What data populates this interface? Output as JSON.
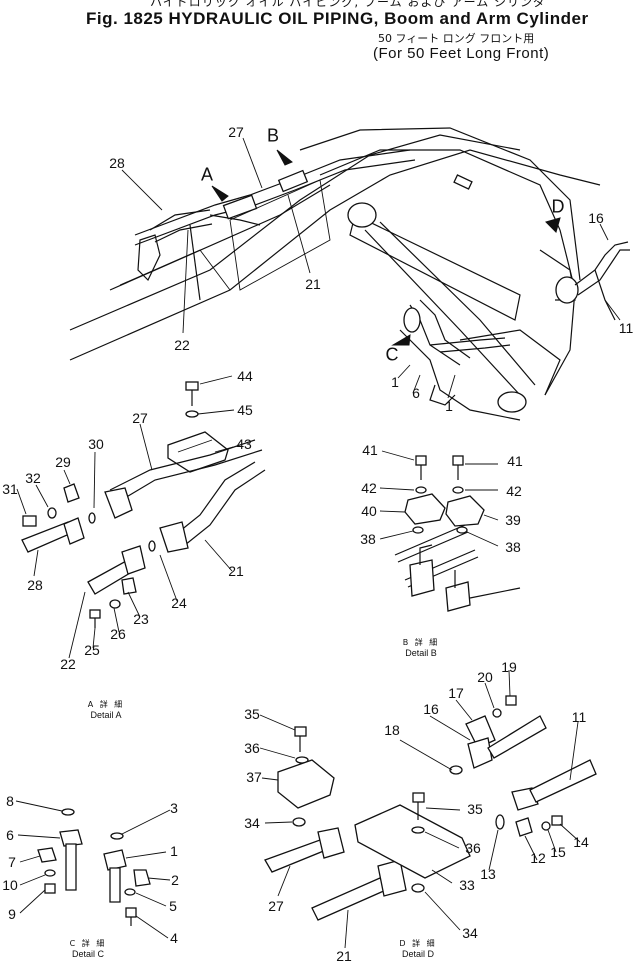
{
  "title": {
    "japanese": "ハイドロリック オイル パイピング, ブーム および アーム シリンダ",
    "main": "Fig. 1825  HYDRAULIC OIL PIPING, Boom and Arm Cylinder",
    "sub_japanese": "50 フィート ロング フロント用",
    "sub": "(For 50 Feet Long Front)"
  },
  "view_arrows": [
    "A",
    "B",
    "C",
    "D"
  ],
  "details": {
    "a": {
      "jp": "A 詳 細",
      "en": "Detail A"
    },
    "b": {
      "jp": "B 詳 細",
      "en": "Detail B"
    },
    "c": {
      "jp": "C 詳 細",
      "en": "Detail C"
    },
    "d": {
      "jp": "D 詳 細",
      "en": "Detail D"
    }
  },
  "callouts": {
    "main_27": "27",
    "main_28": "28",
    "main_21": "21",
    "main_22": "22",
    "main_16": "16",
    "main_11": "11",
    "main_1a": "1",
    "main_6": "6",
    "main_1b": "1",
    "a_44": "44",
    "a_45": "45",
    "a_27": "27",
    "a_43": "43",
    "a_30": "30",
    "a_29": "29",
    "a_32": "32",
    "a_31": "31",
    "a_28": "28",
    "a_21": "21",
    "a_24": "24",
    "a_23": "23",
    "a_26": "26",
    "a_25": "25",
    "a_22": "22",
    "b_41a": "41",
    "b_41b": "41",
    "b_42a": "42",
    "b_42b": "42",
    "b_40": "40",
    "b_39": "39",
    "b_38a": "38",
    "b_38b": "38",
    "c_8": "8",
    "c_3": "3",
    "c_6": "6",
    "c_1": "1",
    "c_7": "7",
    "c_2": "2",
    "c_10": "10",
    "c_5": "5",
    "c_9": "9",
    "c_4": "4",
    "d_35a": "35",
    "d_36a": "36",
    "d_37": "37",
    "d_34a": "34",
    "d_27": "27",
    "d_21": "21",
    "d_35b": "35",
    "d_36b": "36",
    "d_33": "33",
    "d_34b": "34",
    "d_18": "18",
    "d_17": "17",
    "d_20": "20",
    "d_19": "19",
    "d_16": "16",
    "d_11": "11",
    "d_13": "13",
    "d_12": "12",
    "d_15": "15",
    "d_14": "14"
  }
}
